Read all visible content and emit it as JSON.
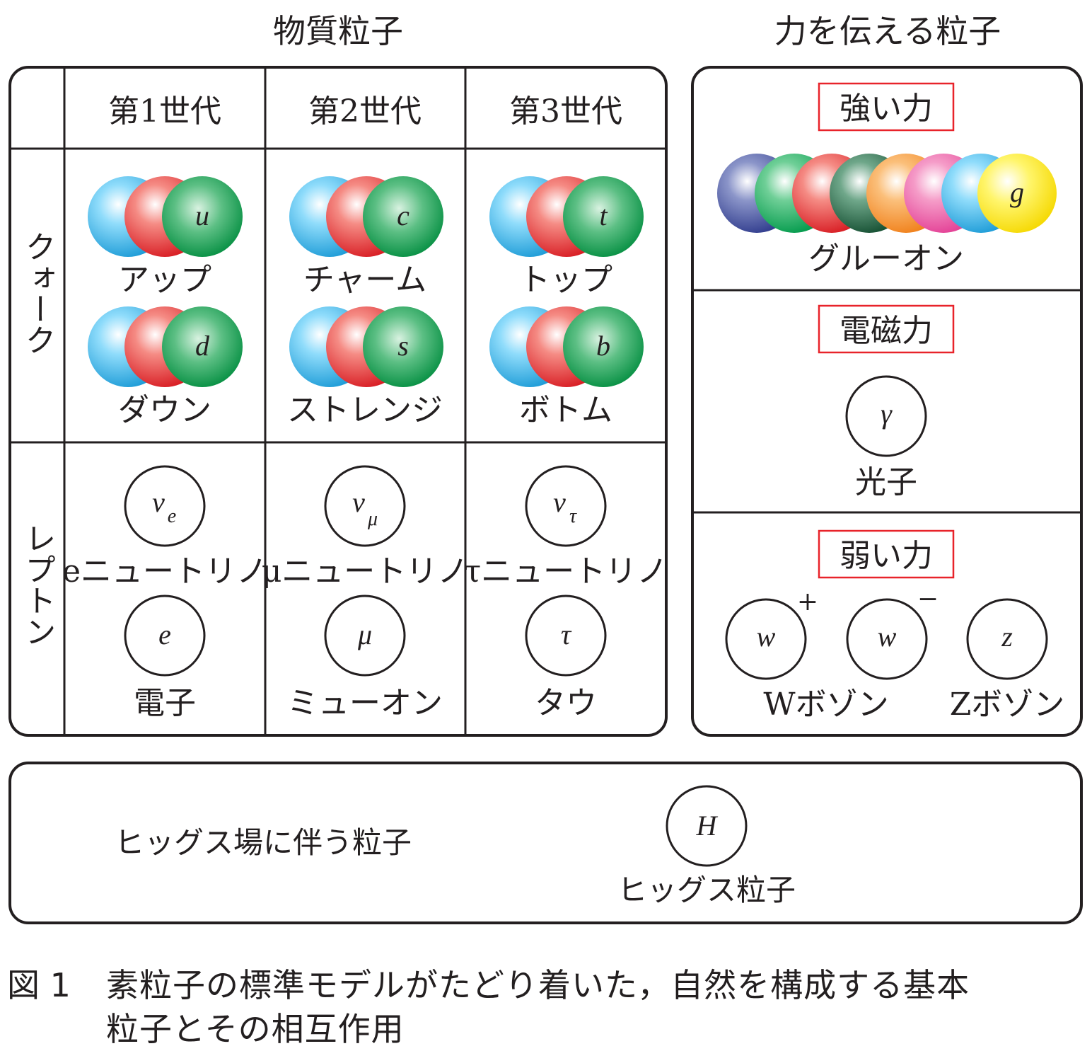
{
  "matter": {
    "title": "物質粒子",
    "generations": [
      "第1世代",
      "第2世代",
      "第3世代"
    ],
    "quark_label": "クォーク",
    "lepton_label": "レプトン",
    "quarks_upper": [
      {
        "symbol": "u",
        "name": "アップ"
      },
      {
        "symbol": "c",
        "name": "チャーム"
      },
      {
        "symbol": "t",
        "name": "トップ"
      }
    ],
    "quarks_lower": [
      {
        "symbol": "d",
        "name": "ダウン"
      },
      {
        "symbol": "s",
        "name": "ストレンジ"
      },
      {
        "symbol": "b",
        "name": "ボトム"
      }
    ],
    "neutrinos": [
      {
        "symbol": "v",
        "sub": "e",
        "name": "eニュートリノ"
      },
      {
        "symbol": "v",
        "sub": "μ",
        "name": "μニュートリノ"
      },
      {
        "symbol": "v",
        "sub": "τ",
        "name": "τニュートリノ"
      }
    ],
    "charged_leptons": [
      {
        "symbol": "e",
        "name": "電子"
      },
      {
        "symbol": "μ",
        "name": "ミューオン"
      },
      {
        "symbol": "τ",
        "name": "タウ"
      }
    ]
  },
  "force": {
    "title": "力を伝える粒子",
    "strong": {
      "label": "強い力",
      "symbol": "g",
      "name": "グルーオン"
    },
    "em": {
      "label": "電磁力",
      "symbol": "γ",
      "name": "光子"
    },
    "weak": {
      "label": "弱い力",
      "w_plus": {
        "symbol": "w",
        "sign": "+"
      },
      "w_minus": {
        "symbol": "w",
        "sign": "−"
      },
      "z": {
        "symbol": "z"
      },
      "w_name": "Wボゾン",
      "z_name": "Zボゾン"
    }
  },
  "higgs": {
    "field_label": "ヒッグス場に伴う粒子",
    "symbol": "H",
    "name": "ヒッグス粒子"
  },
  "caption": {
    "number": "図 1",
    "line1": "素粒子の標準モデルがたどり着いた，自然を構成する基本",
    "line2": "粒子とその相互作用"
  },
  "colors": {
    "line": "#231f20",
    "label_box": "#e8232a",
    "quark_blue": "#29abe2",
    "quark_red": "#e8232a",
    "quark_green": "#009245",
    "gluons": [
      "#3b4a9c",
      "#00a651",
      "#e8232a",
      "#1e6b45",
      "#f7941d",
      "#ec4899",
      "#29abe2",
      "#fff200"
    ]
  }
}
